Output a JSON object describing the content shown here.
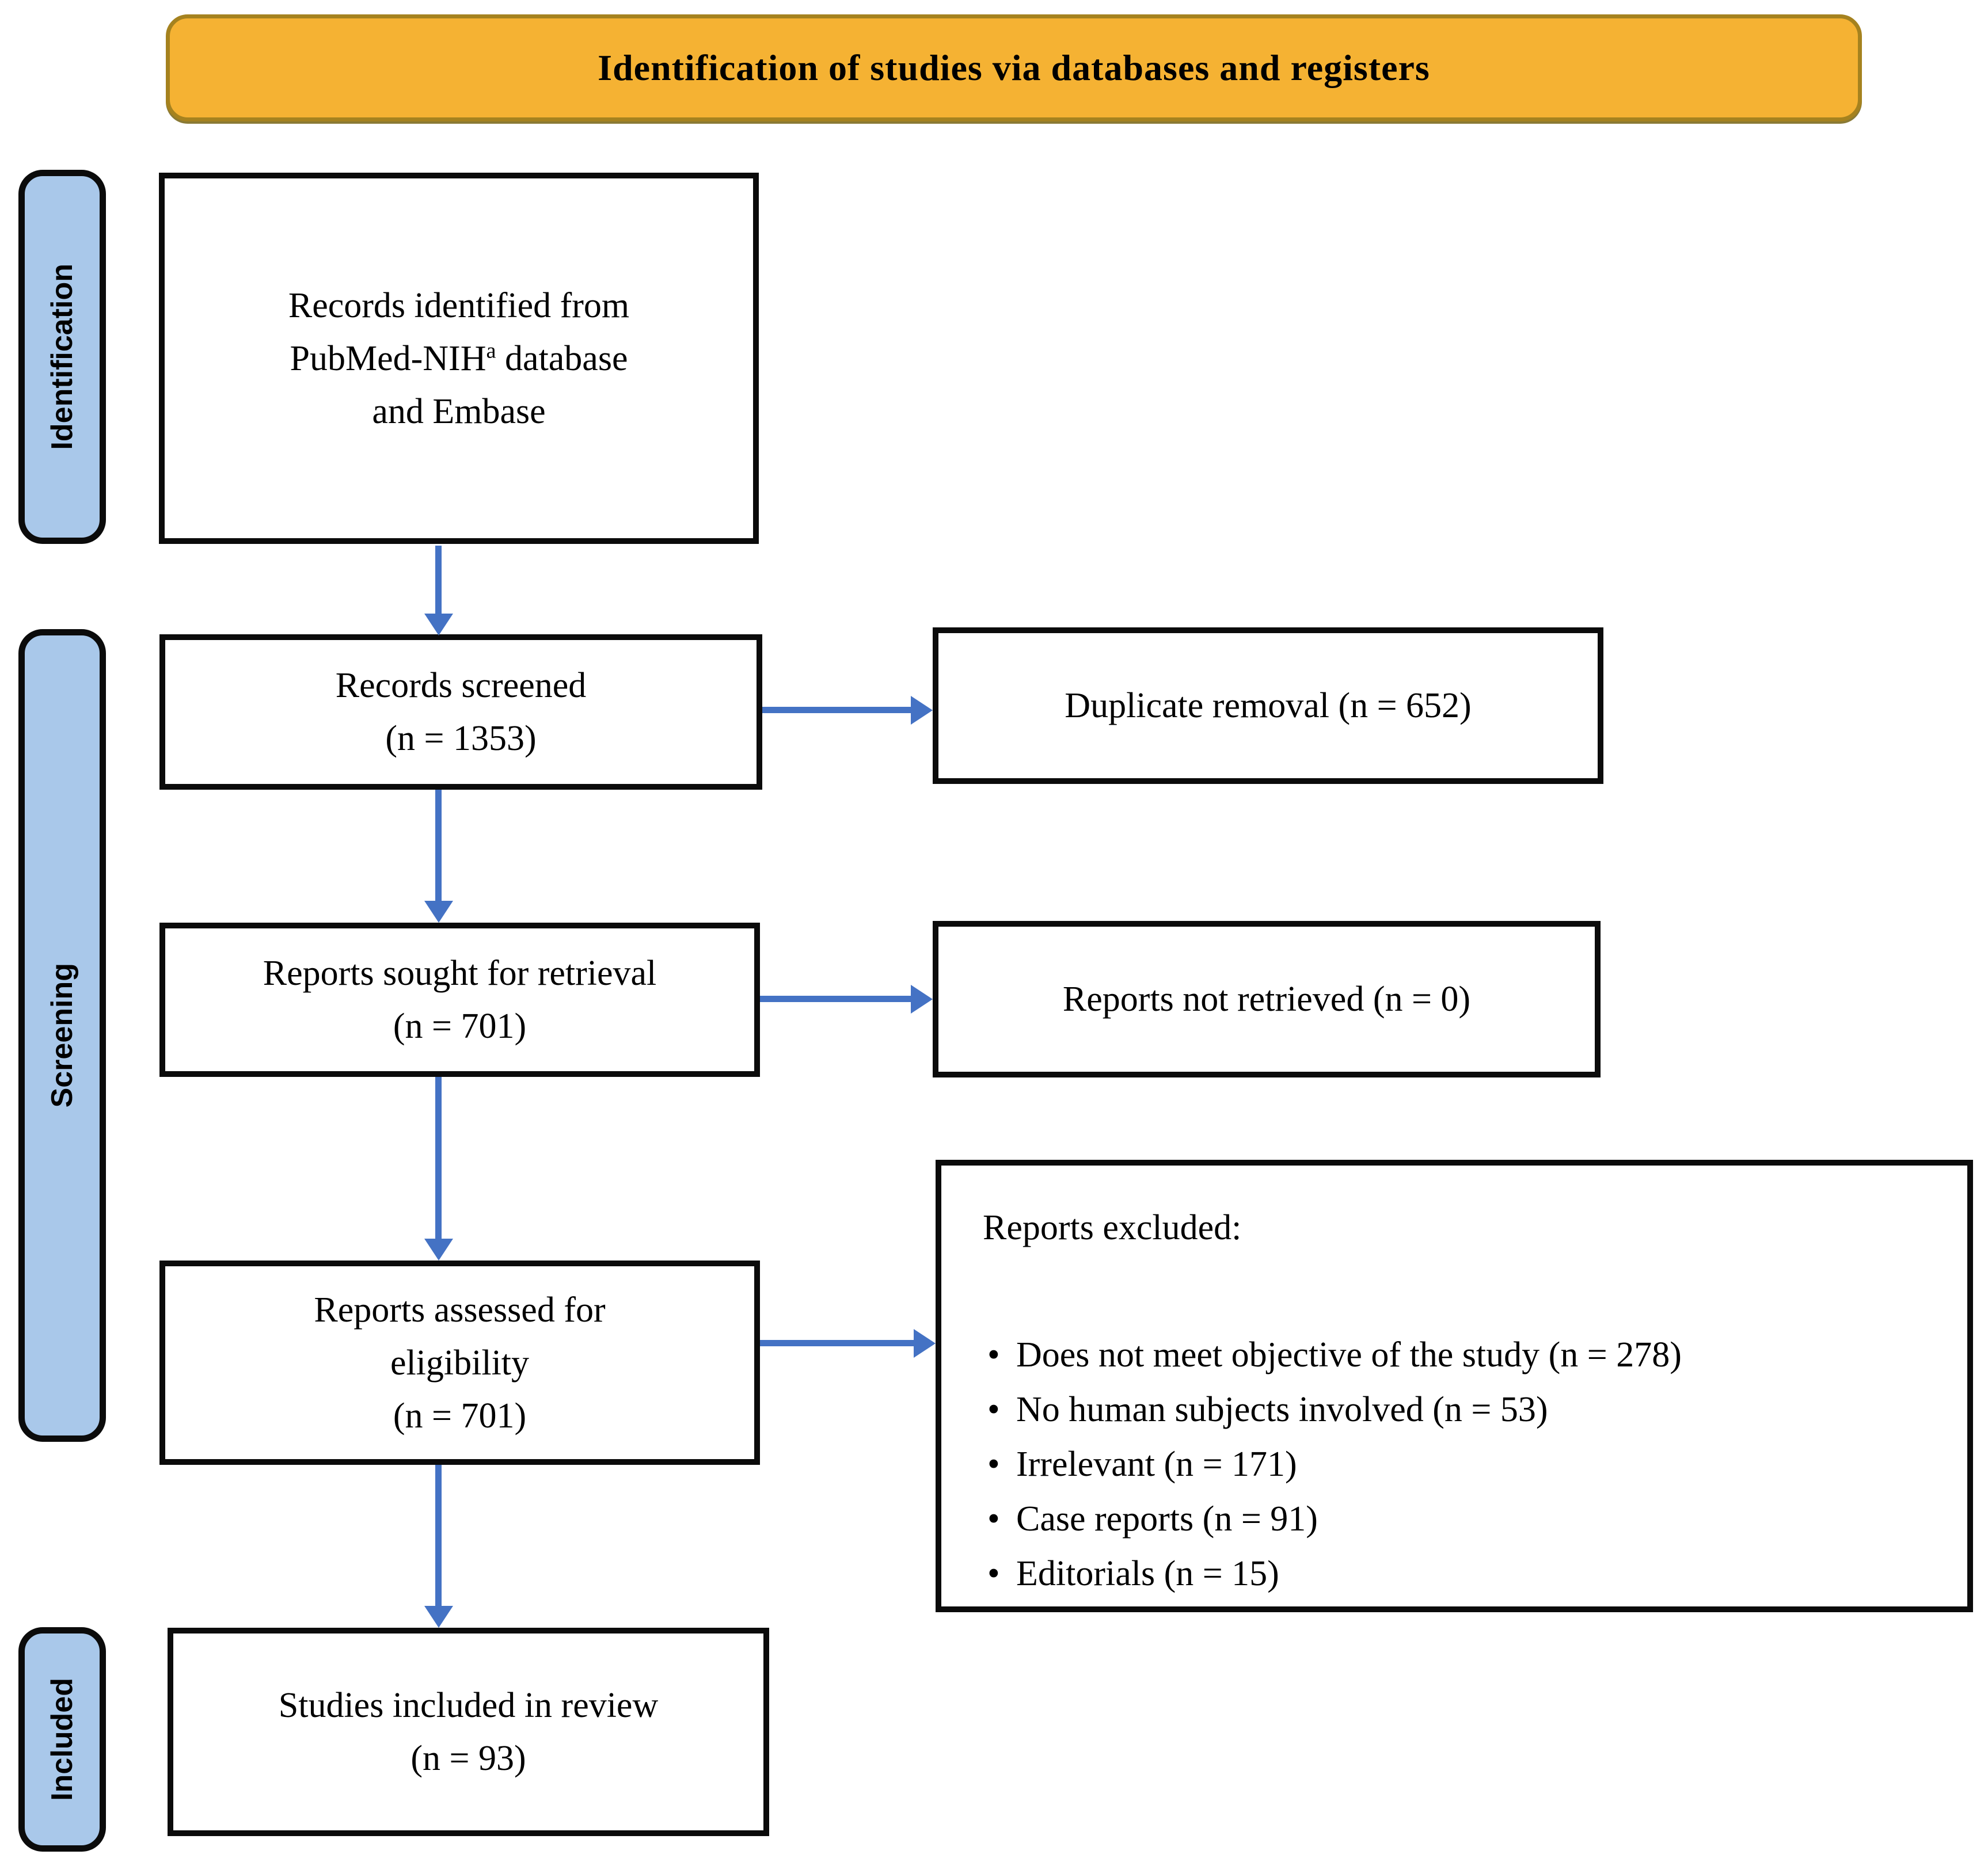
{
  "banner": {
    "title": "Identification of studies via databases and registers"
  },
  "stage_labels": [
    {
      "label": "Identification"
    },
    {
      "label": "Screening"
    },
    {
      "label": "Included"
    }
  ],
  "boxes": {
    "identified": {
      "line1": "Records identified from",
      "line2_pre": "PubMed-NIH",
      "line2_sup": "a",
      "line2_post": " database",
      "line3": "and Embase"
    },
    "screened": {
      "line1": "Records screened",
      "line2": "(n = 1353)"
    },
    "duplicate": {
      "text": "Duplicate removal (n = 652)"
    },
    "sought": {
      "line1": "Reports sought for retrieval",
      "line2": "(n = 701)"
    },
    "not_retrieved": {
      "text": "Reports not retrieved (n = 0)"
    },
    "assessed": {
      "line1": "Reports assessed for",
      "line2": "eligibility",
      "line3": "(n = 701)"
    },
    "excluded": {
      "header": "Reports excluded:",
      "bullets": [
        "Does not meet objective of the study (n = 278)",
        "No human subjects involved (n = 53)",
        "Irrelevant (n = 171)",
        "Case reports (n = 91)",
        "Editorials (n = 15)"
      ]
    },
    "included_review": {
      "line1": "Studies included in review",
      "line2": "(n = 93)"
    }
  },
  "colors": {
    "banner_fill": "#F5B233",
    "banner_border": "#A5821F",
    "stage_fill": "#A9C8EA",
    "arrow_blue": "#4472C4",
    "box_border": "#0B0B0B"
  }
}
